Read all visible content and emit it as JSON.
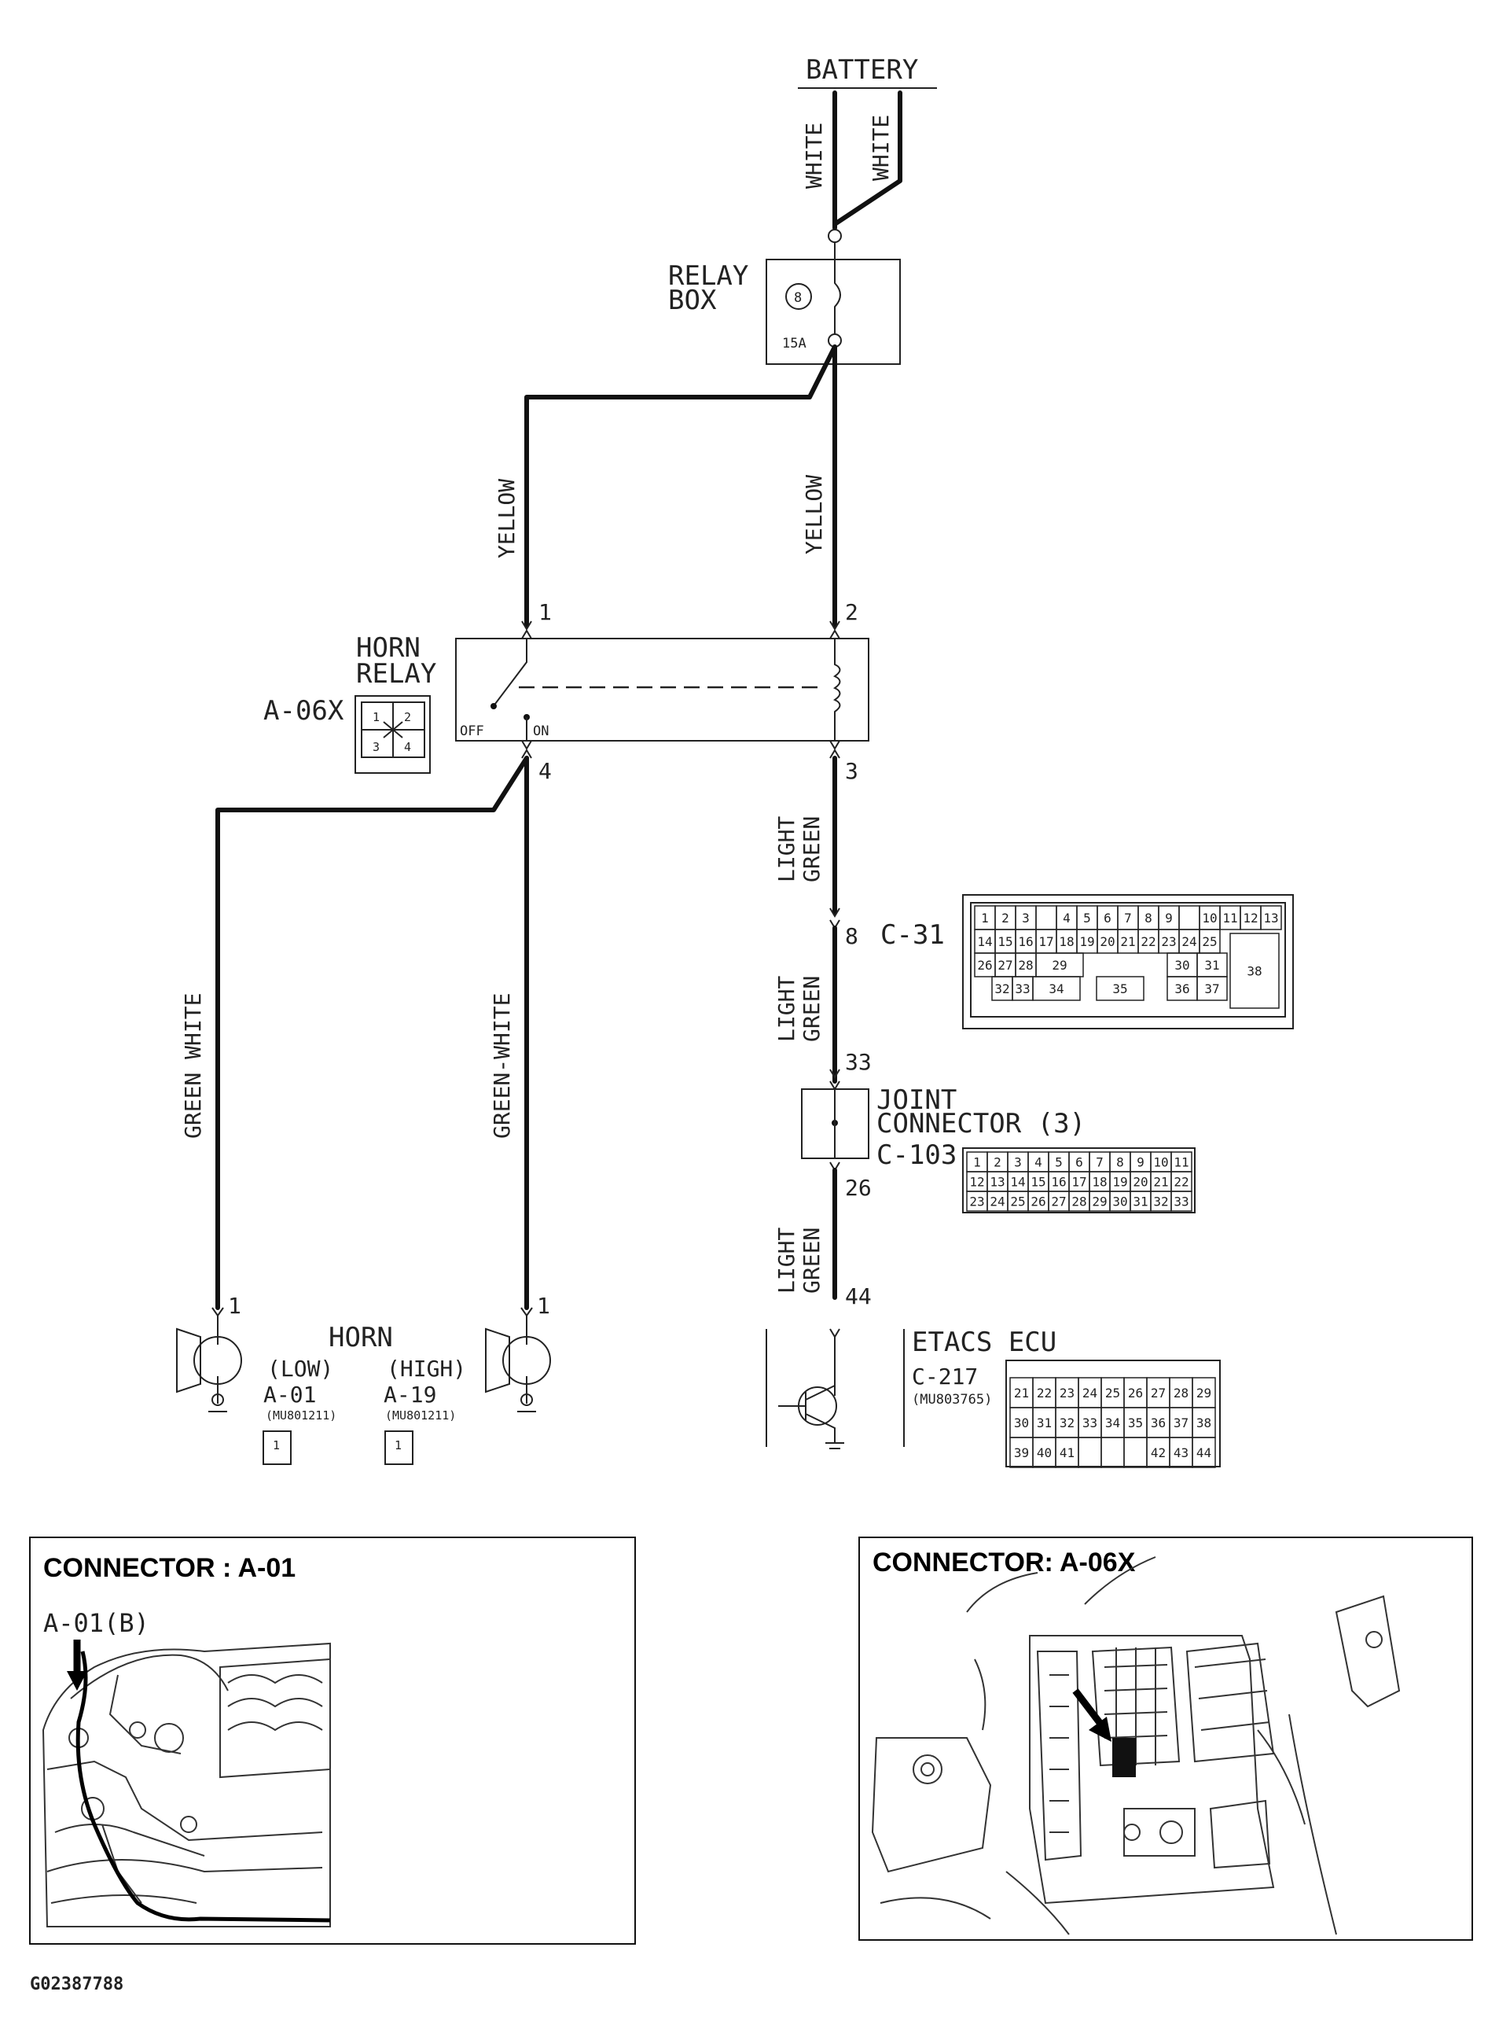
{
  "battery": {
    "label": "BATTERY",
    "wire_left": "WHITE",
    "wire_right": "WHITE"
  },
  "relay_box": {
    "label_line1": "RELAY",
    "label_line2": "BOX",
    "fuse_no": "8",
    "fuse_rating": "15A"
  },
  "wires": {
    "left_feed": "YELLOW",
    "right_feed": "YELLOW",
    "horn_low": "GREEN WHITE",
    "horn_high": "GREEN-WHITE",
    "lg1_line1": "LIGHT",
    "lg1_line2": "GREEN",
    "lg2_line1": "LIGHT",
    "lg2_line2": "GREEN",
    "lg3_line1": "LIGHT",
    "lg3_line2": "GREEN"
  },
  "horn_relay": {
    "label_line1": "HORN",
    "label_line2": "RELAY",
    "connector_id": "A-06X",
    "state_off": "OFF",
    "state_on": "ON",
    "pin1": "1",
    "pin2": "2",
    "pin3": "3",
    "pin4": "4",
    "face_pins": [
      "1",
      "2",
      "3",
      "4"
    ]
  },
  "c31": {
    "connector_id": "C-31",
    "pin": "8",
    "pin_lower": "33",
    "pins": [
      "1",
      "2",
      "3",
      "4",
      "5",
      "6",
      "7",
      "8",
      "9",
      "10",
      "11",
      "12",
      "13",
      "14",
      "15",
      "16",
      "17",
      "18",
      "19",
      "20",
      "21",
      "22",
      "23",
      "24",
      "25",
      "26",
      "27",
      "28",
      "29",
      "30",
      "31",
      "32",
      "33",
      "34",
      "35",
      "36",
      "37",
      "38"
    ]
  },
  "joint_connector": {
    "label_line1": "JOINT",
    "label_line2": "CONNECTOR (3)",
    "connector_id": "C-103",
    "pin_out": "26",
    "rows": [
      [
        "1",
        "2",
        "3",
        "4",
        "5",
        "6",
        "7",
        "8",
        "9",
        "10",
        "11"
      ],
      [
        "12",
        "13",
        "14",
        "15",
        "16",
        "17",
        "18",
        "19",
        "20",
        "21",
        "22"
      ],
      [
        "23",
        "24",
        "25",
        "26",
        "27",
        "28",
        "29",
        "30",
        "31",
        "32",
        "33"
      ]
    ]
  },
  "etacs": {
    "label": "ETACS ECU",
    "connector_id": "C-217",
    "part_no": "(MU803765)",
    "pin": "44",
    "rows": [
      [
        "21",
        "22",
        "23",
        "24",
        "25",
        "26",
        "27",
        "28",
        "29"
      ],
      [
        "30",
        "31",
        "32",
        "33",
        "34",
        "35",
        "36",
        "37",
        "38"
      ],
      [
        "39",
        "40",
        "41",
        "",
        "",
        "",
        "42",
        "43",
        "44"
      ]
    ]
  },
  "horns": {
    "title": "HORN",
    "low": {
      "label": "(LOW)",
      "connector_id": "A-01",
      "part_no": "(MU801211)",
      "pin": "1",
      "face_pin": "1"
    },
    "high": {
      "label": "(HIGH)",
      "connector_id": "A-19",
      "part_no": "(MU801211)",
      "pin": "1",
      "face_pin": "1"
    }
  },
  "panel_a01": {
    "title": "CONNECTOR : A-01",
    "callout": "A-01(B)"
  },
  "panel_a06x": {
    "title": "CONNECTOR: A-06X"
  },
  "figure_id": "G02387788"
}
